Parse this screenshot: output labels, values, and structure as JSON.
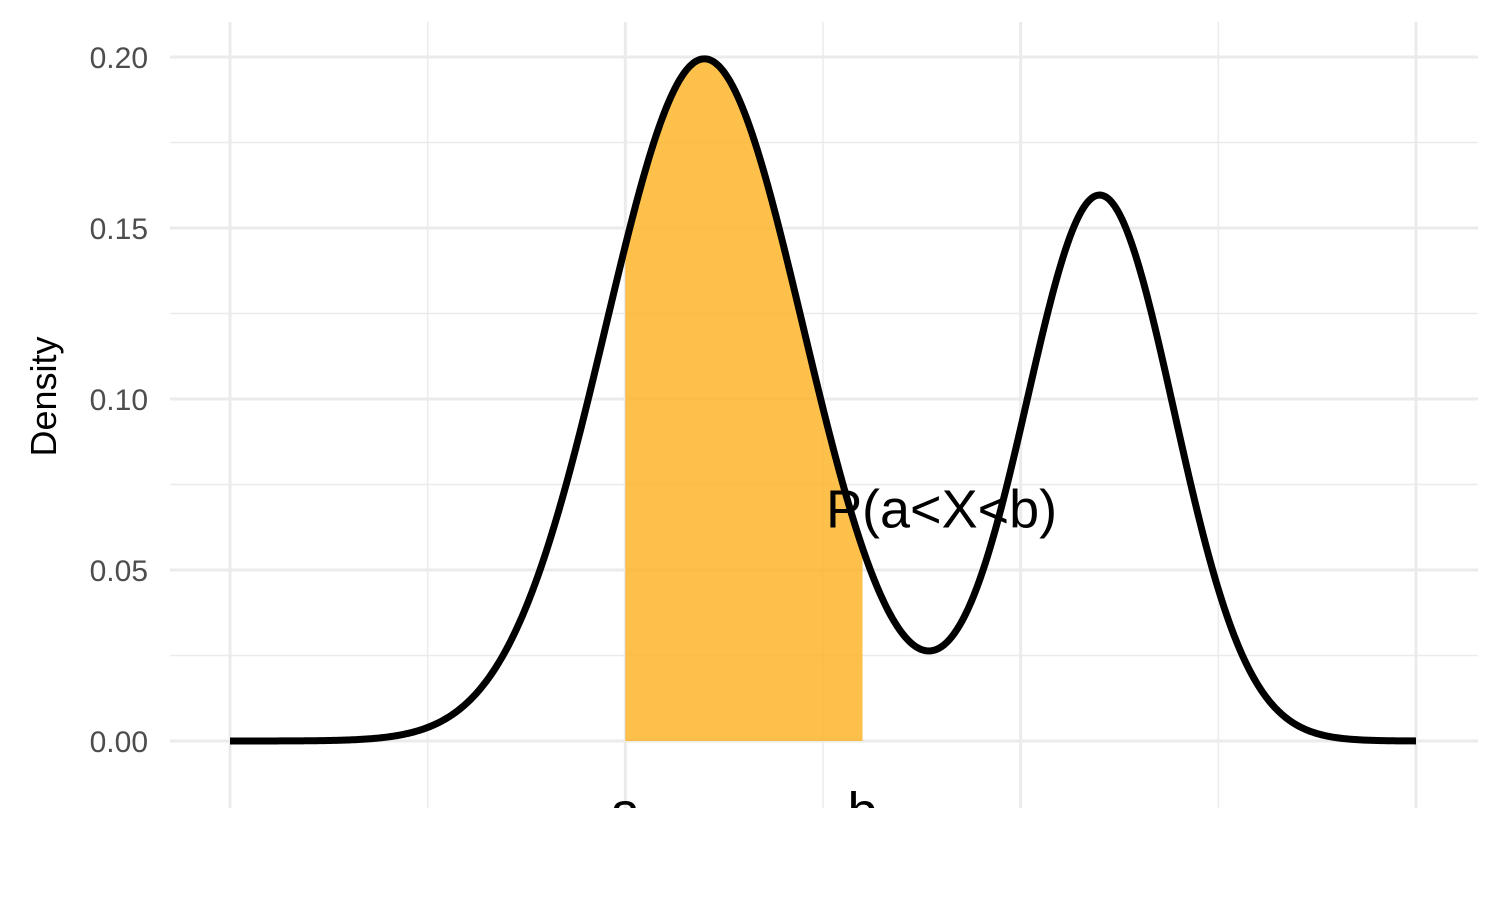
{
  "chart_data": {
    "type": "area",
    "title": "",
    "xlabel": "",
    "ylabel": "Density",
    "xlim": [
      -6,
      6
    ],
    "ylim": [
      0,
      0.2
    ],
    "y_ticks": [
      {
        "value": 0.0,
        "label": "0.00"
      },
      {
        "value": 0.05,
        "label": "0.05"
      },
      {
        "value": 0.1,
        "label": "0.10"
      },
      {
        "value": 0.15,
        "label": "0.15"
      },
      {
        "value": 0.2,
        "label": "0.20"
      }
    ],
    "y_minor_ticks": [
      0.025,
      0.075,
      0.125,
      0.175
    ],
    "x_major_gridlines": [
      -6,
      -2,
      2,
      6
    ],
    "x_minor_gridlines": [
      -4,
      0,
      4
    ],
    "grid": true,
    "density": {
      "description_free": true,
      "components": [
        {
          "mean": -1.2,
          "sd": 1.0,
          "weight": 0.5
        },
        {
          "mean": 2.8,
          "sd": 0.75,
          "weight": 0.3
        }
      ]
    },
    "shaded_region": {
      "from": -2,
      "to": 0.4,
      "color": "#FDB52B"
    },
    "markers": [
      {
        "x": -2,
        "label": "a"
      },
      {
        "x": 0.4,
        "label": "b"
      }
    ],
    "annotation": {
      "text": "P(a<X<b)",
      "x": 1.2,
      "y": 0.068
    },
    "curve_color": "#000000"
  }
}
